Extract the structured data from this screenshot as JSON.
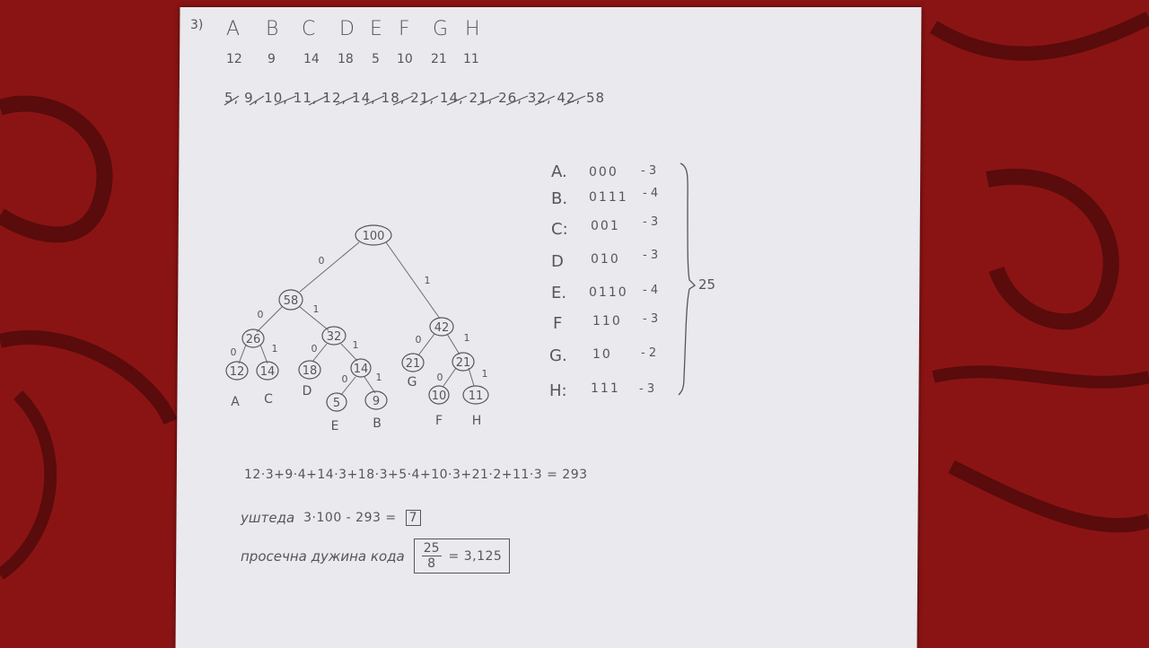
{
  "problem_number": "3)",
  "symbols": [
    {
      "letter": "A",
      "freq": "12"
    },
    {
      "letter": "B",
      "freq": "9"
    },
    {
      "letter": "C",
      "freq": "14"
    },
    {
      "letter": "D",
      "freq": "18"
    },
    {
      "letter": "E",
      "freq": "5"
    },
    {
      "letter": "F",
      "freq": "10"
    },
    {
      "letter": "G",
      "freq": "21"
    },
    {
      "letter": "H",
      "freq": "11"
    }
  ],
  "merge_sequence": "5, 9, 10, 11, 12, 14, 18, 21, 14, 21, 26, 32, 42, 58",
  "tree": {
    "nodes": [
      "100",
      "58",
      "42",
      "26",
      "32",
      "21",
      "12",
      "14",
      "18",
      "14",
      "21",
      "5",
      "9",
      "10",
      "11"
    ],
    "edge_labels": [
      "0",
      "1"
    ],
    "leaf_labels": [
      "A",
      "C",
      "D",
      "G",
      "E",
      "B",
      "F",
      "H"
    ]
  },
  "codes": [
    {
      "letter": "A",
      "sep": ".",
      "code": "000",
      "len": "- 3"
    },
    {
      "letter": "B",
      "sep": ".",
      "code": "0111",
      "len": "- 4"
    },
    {
      "letter": "C",
      "sep": ":",
      "code": "001",
      "len": "- 3"
    },
    {
      "letter": "D",
      "sep": "",
      "code": "010",
      "len": "- 3"
    },
    {
      "letter": "E",
      "sep": ".",
      "code": "0110",
      "len": "- 4"
    },
    {
      "letter": "F",
      "sep": "",
      "code": "110",
      "len": "- 3"
    },
    {
      "letter": "G",
      "sep": ".",
      "code": "10",
      "len": "- 2"
    },
    {
      "letter": "H",
      "sep": ":",
      "code": "111",
      "len": "- 3"
    }
  ],
  "code_length_sum": "25",
  "weighted_sum": "12·3+9·4+14·3+18·3+5·4+10·3+21·2+11·3 = 293",
  "savings": {
    "label": "уштеда",
    "expr": "3·100 - 293 =",
    "result": "7"
  },
  "average": {
    "label": "просечна дужина кода",
    "numerator": "25",
    "denominator": "8",
    "result": "= 3,125"
  }
}
